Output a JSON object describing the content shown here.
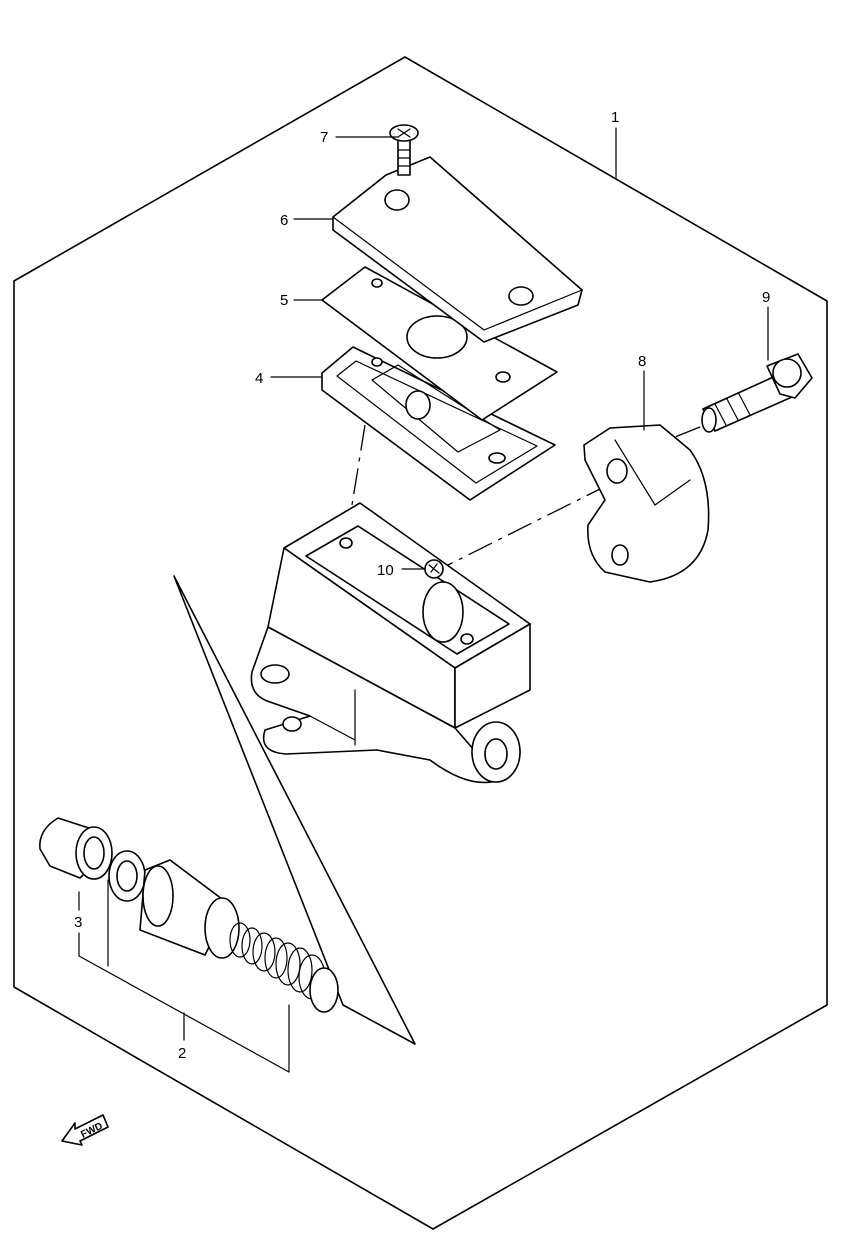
{
  "callouts": {
    "p1": "1",
    "p2": "2",
    "p3": "3",
    "p4": "4",
    "p5": "5",
    "p6": "6",
    "p7": "7",
    "p8": "8",
    "p9": "9",
    "p10": "10"
  },
  "direction_marker": {
    "text": "FWD",
    "icon": "arrow-left-icon"
  }
}
